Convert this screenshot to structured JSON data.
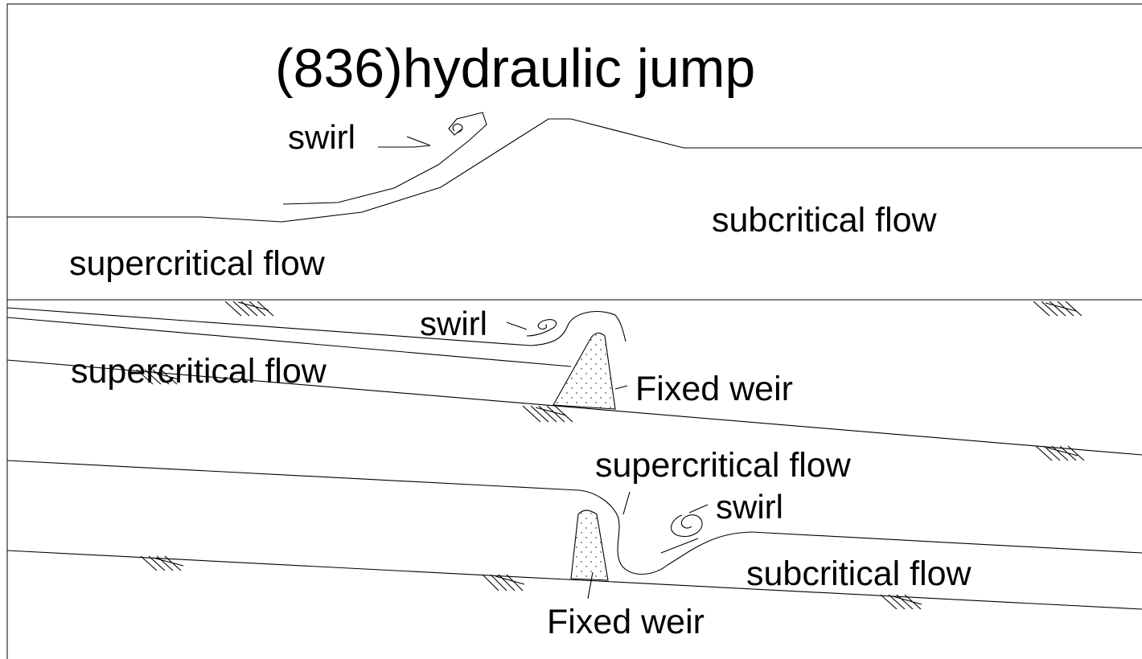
{
  "title": "(836)hydraulic jump",
  "panel1": {
    "swirl": "swirl",
    "supercritical": "supercritical flow",
    "subcritical": "subcritical flow"
  },
  "panel2": {
    "swirl": "swirl",
    "supercritical": "supercritical flow",
    "weir": "Fixed weir"
  },
  "panel3": {
    "supercritical": "supercritical flow",
    "swirl": "swirl",
    "subcritical": "subcritical flow",
    "weir": "Fixed weir"
  }
}
